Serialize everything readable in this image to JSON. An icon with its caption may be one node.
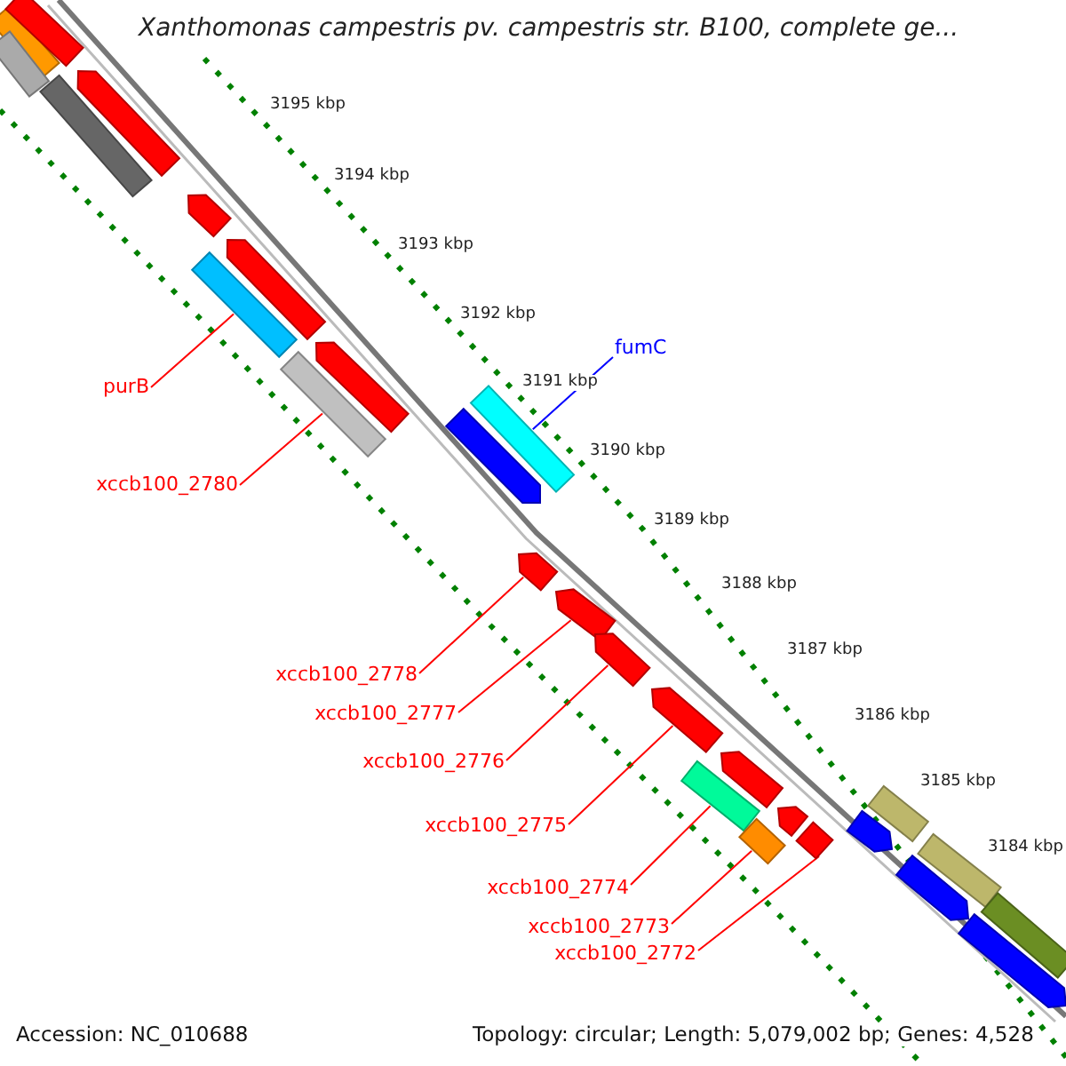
{
  "diagram": {
    "title": "Xanthomonas campestris pv. campestris str. B100, complete ge...",
    "nodes": [
      {
        "text": [
          "fumC"
        ]
      },
      {
        "text": [],
        "shape": "bar"
      },
      {
        "text": [
          "purB"
        ]
      },
      {
        "text": [],
        "shape": "bar"
      },
      {
        "text": [
          "xccb100_2780"
        ]
      },
      {
        "text": [],
        "shape": "bar"
      },
      {
        "text": [
          "xccb100_2778"
        ]
      },
      {
        "text": [],
        "shape": "bar"
      },
      {
        "text": [
          "xccb100_2777"
        ]
      },
      {
        "text": [],
        "shape": "bar"
      },
      {
        "text": [
          "xccb100_2776"
        ]
      },
      {
        "text": [],
        "shape": "bar"
      },
      {
        "text": [
          "xccb100_2775"
        ]
      },
      {
        "text": [],
        "shape": "bar"
      },
      {
        "text": [
          "xccb100_2774"
        ]
      },
      {
        "text": [],
        "shape": "bar"
      },
      {
        "text": [
          "xccb100_2773"
        ]
      },
      {
        "text": [],
        "shape": "bar"
      },
      {
        "text": [
          "xccb100_2772"
        ]
      },
      {
        "text": [],
        "shape": "bar"
      },
      {
        "text": [],
        "shape": "bar"
      },
      {
        "text": [],
        "shape": "bar"
      },
      {
        "text": [],
        "shape": "bar"
      },
      {
        "text": [],
        "shape": "bar"
      },
      {
        "text": [],
        "shape": "bar"
      },
      {
        "text": [],
        "shape": "bar"
      },
      {
        "text": [],
        "shape": "bar"
      },
      {
        "text": [],
        "shape": "bar"
      },
      {
        "text": [],
        "shape": "bar"
      },
      {
        "text": [],
        "shape": "bar"
      },
      {
        "text": [],
        "shape": "bar"
      },
      {
        "text": [],
        "shape": "bar"
      },
      {
        "text": [],
        "shape": "bar"
      },
      {
        "text": [],
        "shape": "bar"
      },
      {
        "text": [],
        "shape": "bar"
      },
      {
        "text": [],
        "shape": "bar"
      },
      {
        "text": [],
        "shape": "bar"
      }
    ],
    "edges": [
      {
        "from": 0,
        "to": 1,
        "arrow": "none",
        "color": "#0000ff"
      },
      {
        "from": 2,
        "to": 3,
        "arrow": "none"
      },
      {
        "from": 4,
        "to": 5,
        "arrow": "none"
      },
      {
        "from": 6,
        "to": 7,
        "arrow": "none"
      },
      {
        "from": 8,
        "to": 9,
        "arrow": "none"
      },
      {
        "from": 10,
        "to": 11,
        "arrow": "none"
      },
      {
        "from": 12,
        "to": 13,
        "arrow": "none"
      },
      {
        "from": 14,
        "to": 15,
        "arrow": "none"
      },
      {
        "from": 16,
        "to": 17,
        "arrow": "none"
      },
      {
        "from": 18,
        "to": 19,
        "arrow": "none"
      }
    ],
    "labels": [
      "3195 kbp",
      "3194 kbp",
      "3193 kbp",
      "3192 kbp",
      "3191 kbp",
      "3190 kbp",
      "3189 kbp",
      "3188 kbp",
      "3187 kbp",
      "3186 kbp",
      "3185 kbp",
      "3184 kbp",
      "Accession: NC_010688",
      "Topology: circular; Length: 5,079,002 bp; Genes: 4,528"
    ]
  }
}
